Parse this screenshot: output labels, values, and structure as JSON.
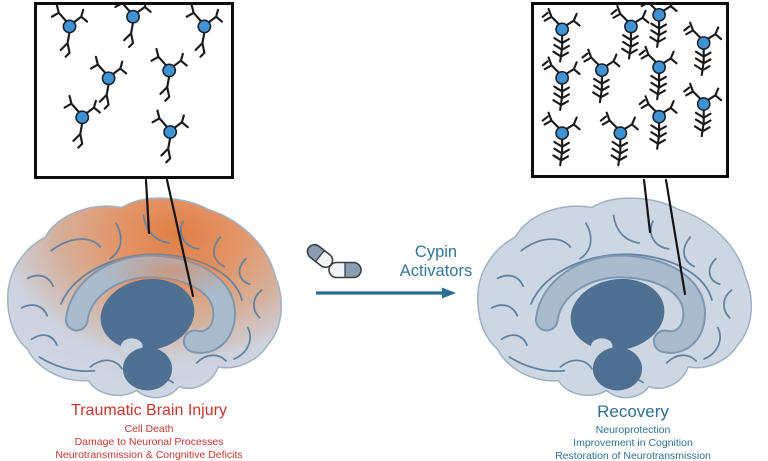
{
  "left_panel": {
    "zoom_box": {
      "neuron_count": 7,
      "neuron_style": "sparse-damaged-dendrites"
    },
    "caption": {
      "title": "Traumatic Brain Injury",
      "lines": [
        "Cell Death",
        "Damage to Neuronal Processes",
        "Neurotransmission & Congnitive Deficits"
      ]
    }
  },
  "center": {
    "label_lines": [
      "Cypin",
      "Activators"
    ],
    "pills_icon": "two-capsule-pills",
    "arrow_icon": "right-arrow"
  },
  "right_panel": {
    "zoom_box": {
      "neuron_count": 11,
      "neuron_style": "dense-branched-dendrites"
    },
    "caption": {
      "title": "Recovery",
      "lines": [
        "Neuroprotection",
        "Improvement in Cognition",
        "Restoration of Neurotransmission"
      ]
    }
  },
  "colors": {
    "injury_text": "#c4372f",
    "recovery_text": "#2e7194",
    "cypin_text": "#33769c",
    "arrow": "#2a6e91",
    "neuron_body": "#3f93d2",
    "brain_base": "#cdd7e3",
    "brain_injury_orange": "#e07f46",
    "brain_inner_ring": "#a9bbcd",
    "brain_core": "#4f7090",
    "pill_half": "#8b9cb1",
    "box_border": "#0d0d0d"
  }
}
